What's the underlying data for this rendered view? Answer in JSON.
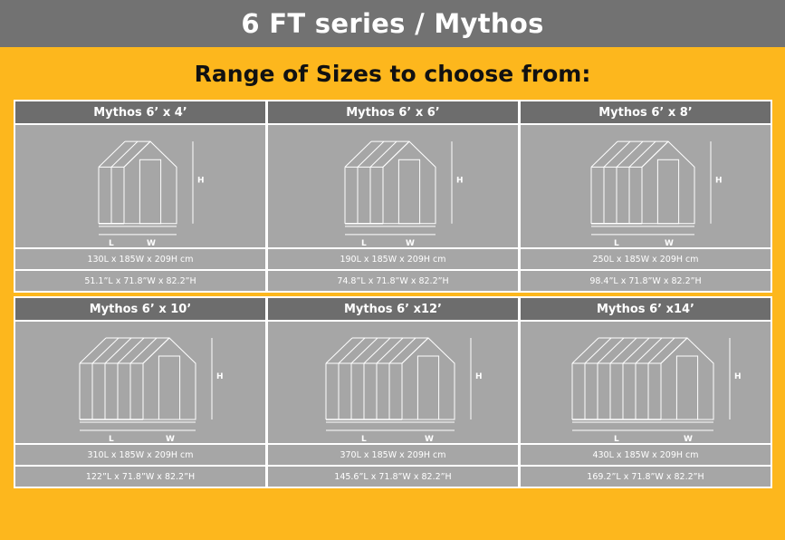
{
  "header": {
    "title": "6 FT series / Mythos",
    "subtitle": "Range of Sizes to choose from:"
  },
  "dimension_letters": {
    "length": "L",
    "width": "W",
    "height": "H"
  },
  "models": [
    {
      "name": "Mythos 6’ x 4’",
      "metric": "130L x 185W x 209H cm",
      "imperial": "51.1”L x 71.8”W x 82.2”H"
    },
    {
      "name": "Mythos 6’ x 6’",
      "metric": "190L x 185W x 209H cm",
      "imperial": "74.8”L x 71.8”W x 82.2”H"
    },
    {
      "name": "Mythos 6’ x 8’",
      "metric": "250L x 185W x 209H cm",
      "imperial": "98.4”L x 71.8”W x 82.2”H"
    },
    {
      "name": "Mythos 6’ x 10’",
      "metric": "310L x 185W x 209H cm",
      "imperial": "122”L x 71.8”W x 82.2”H"
    },
    {
      "name": "Mythos 6’ x12’",
      "metric": "370L x 185W x 209H cm",
      "imperial": "145.6”L x 71.8”W x 82.2”H"
    },
    {
      "name": "Mythos 6’ x14’",
      "metric": "430L x 185W x 209H cm",
      "imperial": "169.2”L x 71.8”W x 82.2”H"
    }
  ]
}
